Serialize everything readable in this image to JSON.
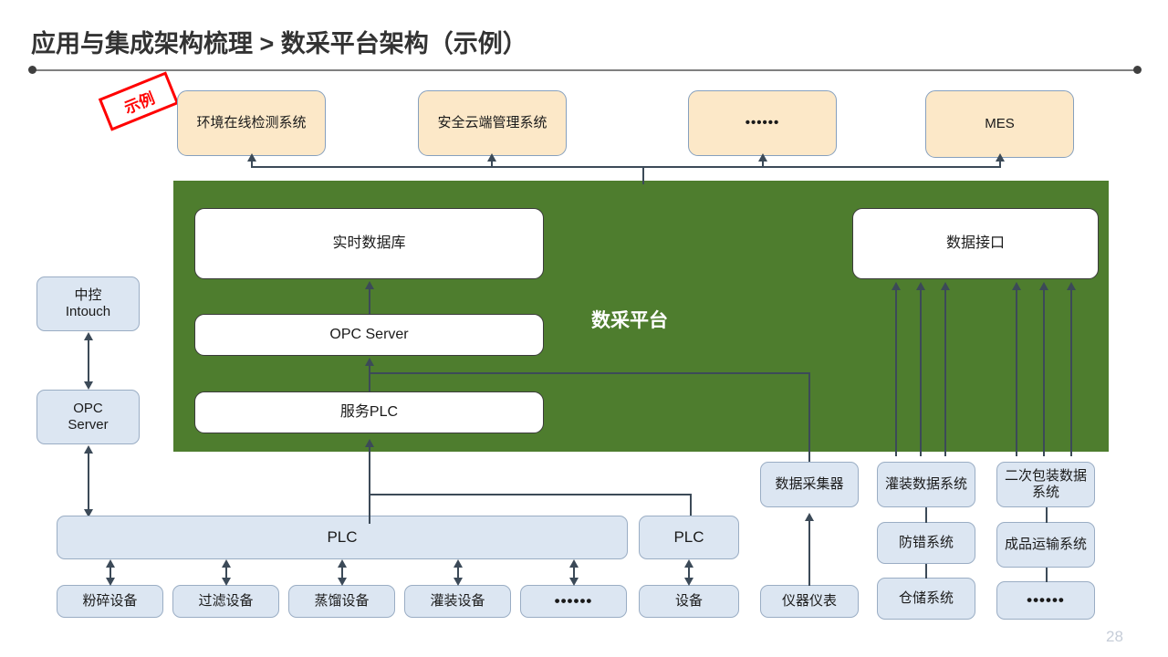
{
  "slide": {
    "title": "应用与集成架构梳理 > 数采平台架构（示例）",
    "stamp_label": "示例",
    "page_number": "28",
    "colors": {
      "platform_green": "#4E7D2E",
      "app_box_cream": "#FCE8C8",
      "device_box_blue": "#DCE6F2",
      "core_box_white": "#FFFFFF",
      "connector": "#3C4A58",
      "stamp_red": "#FF0000",
      "title_gray": "#333333"
    }
  },
  "application_layer": {
    "boxes": [
      {
        "label": "环境在线检测系统"
      },
      {
        "label": "安全云端管理系统"
      },
      {
        "label": "••••••"
      },
      {
        "label": "MES"
      }
    ]
  },
  "platform": {
    "label": "数采平台",
    "boxes": [
      {
        "label": "实时数据库"
      },
      {
        "label": "OPC Server"
      },
      {
        "label": "服务PLC"
      },
      {
        "label": "数据接口"
      }
    ]
  },
  "control_column": {
    "boxes": [
      {
        "label": "中控\nIntouch",
        "line1": "中控",
        "line2": "Intouch"
      },
      {
        "label": "OPC\nServer",
        "line1": "OPC",
        "line2": "Server"
      }
    ]
  },
  "plc_main": {
    "label": "PLC",
    "devices": [
      {
        "label": "粉碎设备"
      },
      {
        "label": "过滤设备"
      },
      {
        "label": "蒸馏设备"
      },
      {
        "label": "灌装设备"
      },
      {
        "label": "••••••"
      }
    ]
  },
  "plc_secondary": {
    "label": "PLC",
    "devices": [
      {
        "label": "设备"
      }
    ]
  },
  "collector_column": {
    "boxes": [
      {
        "label": "数据采集器"
      },
      {
        "label": "仪器仪表"
      }
    ]
  },
  "filling_column": {
    "boxes": [
      {
        "label": "灌装数据系统"
      },
      {
        "label": "防错系统"
      },
      {
        "label": "仓储系统"
      }
    ]
  },
  "packaging_column": {
    "boxes": [
      {
        "label": "二次包装数据系统"
      },
      {
        "label": "成品运输系统"
      },
      {
        "label": "••••••"
      }
    ]
  }
}
